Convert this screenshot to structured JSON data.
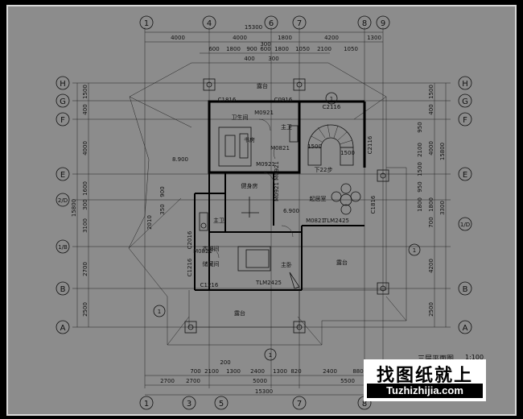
{
  "drawing": {
    "title": "三层平面图",
    "scale": "1:100"
  },
  "watermark": {
    "title": "找图纸就上",
    "url": "Tuzhizhijia.com"
  },
  "axes": {
    "top": [
      "1",
      "4",
      "6",
      "7",
      "8",
      "9"
    ],
    "bottom": [
      "1",
      "3",
      "5",
      "7",
      "8"
    ],
    "left": [
      "H",
      "G",
      "F",
      "E",
      "2/D",
      "1/B",
      "B",
      "A"
    ],
    "right": [
      "H",
      "G",
      "F",
      "E",
      "1/D",
      "B",
      "A"
    ]
  },
  "dims_top": {
    "overall": "15300",
    "row1": [
      "4000",
      "4000",
      "1800",
      "4200",
      "1300"
    ],
    "row2": [
      "600",
      "1800",
      "900",
      "600",
      "1800",
      "1050",
      "2100",
      "1050"
    ],
    "row3": [
      "300",
      "400",
      "300"
    ]
  },
  "dims_bottom": {
    "row1": [
      "700",
      "2100",
      "1300",
      "2400",
      "1300",
      "820",
      "2400",
      "880"
    ],
    "row2": [
      "2700",
      "5000",
      "2700",
      "5500"
    ],
    "overall": "15300",
    "note": "200"
  },
  "dims_left": {
    "inner": [
      "1500",
      "400",
      "4000",
      "1600",
      "300",
      "3100",
      "2700",
      "2500"
    ],
    "outer": [
      "2010",
      "350",
      "900"
    ],
    "overall": "15800"
  },
  "dims_right": {
    "inner": [
      "1500",
      "400",
      "4000",
      "3300",
      "1800",
      "700",
      "4200",
      "2500"
    ],
    "extra": [
      "950",
      "2100",
      "1500",
      "950",
      "1800"
    ],
    "overall": "15800"
  },
  "rooms": {
    "r1": "主卧",
    "r2": "主卫",
    "r3": "书房",
    "r4": "露台",
    "r5": "露台",
    "r6": "露台",
    "r7": "储藏间",
    "r8": "衣帽间",
    "r9": "主卫",
    "r10": "起居室",
    "r11": "健身房",
    "r12": "卫生间"
  },
  "labels": {
    "c1816_top": "C1816",
    "c0916": "C0916",
    "c2116_top": "C2116",
    "m0921": "M0921",
    "m0821": "M0821",
    "m0921b": "M0921",
    "c2116_side": "C2116",
    "c1816_side": "C1816",
    "tlm_right": "TLM2425",
    "tlm_bottom": "TLM2425",
    "c1216": "C1216",
    "m0821b": "M0821",
    "el_a": "8.900",
    "el_b": "6.900",
    "up": "下22步",
    "stair_w": "1500",
    "stair_w2": "1500",
    "m0921c": "M0921",
    "m0921d": "M0921",
    "m0821c": "M0821",
    "c2016": "C2016",
    "c1216b": "C1216"
  }
}
